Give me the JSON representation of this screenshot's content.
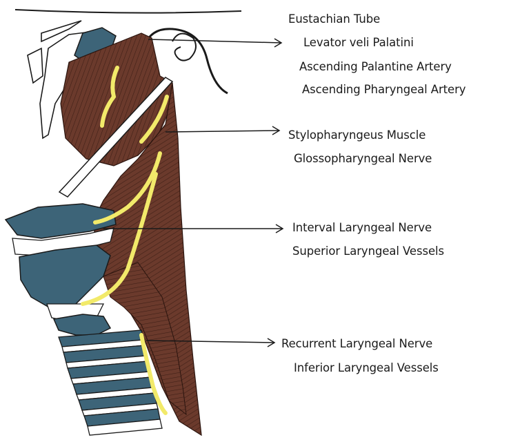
{
  "colors": {
    "muscle": "#6b3a2c",
    "muscle_stripe": "#3f1f16",
    "cartilage": "#3d6478",
    "nerve": "#f2ea6a",
    "outline": "#1a1a1a",
    "background": "#ffffff"
  },
  "labels": {
    "group1": {
      "eustachian_tube": "Eustachian Tube",
      "levator_veli_palatini": "Levator veli Palatini",
      "ascending_palatine_artery": "Ascending Palantine Artery",
      "ascending_pharyngeal_artery": "Ascending Pharyngeal Artery"
    },
    "group2": {
      "stylopharyngeus_muscle": "Stylopharyngeus Muscle",
      "glossopharyngeal_nerve": "Glossopharyngeal Nerve"
    },
    "group3": {
      "internal_laryngeal_nerve": "Interval Laryngeal Nerve",
      "superior_laryngeal_vessels": "Superior Laryngeal Vessels"
    },
    "group4": {
      "recurrent_laryngeal_nerve": "Recurrent Laryngeal Nerve",
      "inferior_laryngeal_vessels": "Inferior Laryngeal Vessels"
    }
  }
}
